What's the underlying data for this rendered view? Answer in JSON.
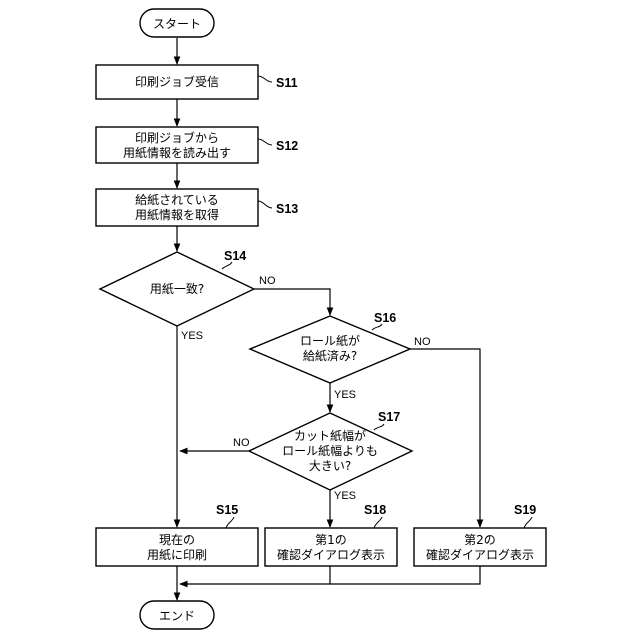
{
  "nodes": {
    "start": {
      "lines": [
        "スタート"
      ]
    },
    "s11": {
      "lines": [
        "印刷ジョブ受信"
      ],
      "step": "S11"
    },
    "s12": {
      "lines": [
        "印刷ジョブから",
        "用紙情報を読み出す"
      ],
      "step": "S12"
    },
    "s13": {
      "lines": [
        "給紙されている",
        "用紙情報を取得"
      ],
      "step": "S13"
    },
    "s14": {
      "lines": [
        "用紙一致?"
      ],
      "step": "S14"
    },
    "s16": {
      "lines": [
        "ロール紙が",
        "給紙済み?"
      ],
      "step": "S16"
    },
    "s17": {
      "lines": [
        "カット紙幅が",
        "ロール紙幅よりも",
        "大きい?"
      ],
      "step": "S17"
    },
    "s15": {
      "lines": [
        "現在の",
        "用紙に印刷"
      ],
      "step": "S15"
    },
    "s18": {
      "lines": [
        "第1の",
        "確認ダイアログ表示"
      ],
      "step": "S18"
    },
    "s19": {
      "lines": [
        "第2の",
        "確認ダイアログ表示"
      ],
      "step": "S19"
    },
    "end": {
      "lines": [
        "エンド"
      ]
    }
  },
  "branches": {
    "s14_no": "NO",
    "s14_yes": "YES",
    "s16_no": "NO",
    "s16_yes": "YES",
    "s17_no": "NO",
    "s17_yes": "YES"
  }
}
